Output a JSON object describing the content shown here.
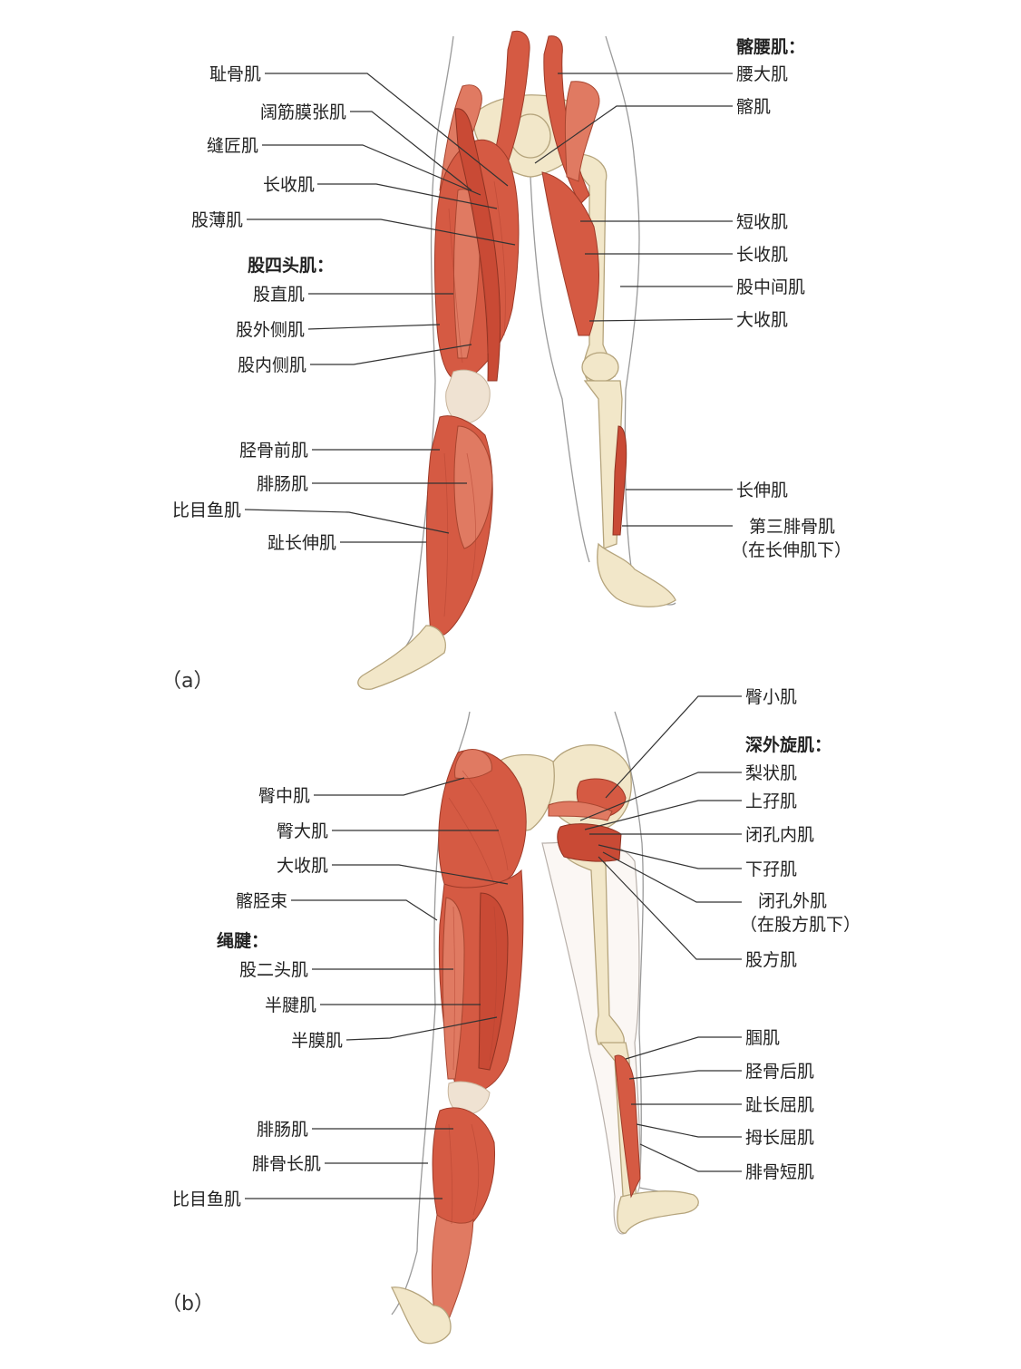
{
  "panels": {
    "a": "（a）",
    "b": "（b）"
  },
  "colors": {
    "muscle": "#d55a43",
    "bone": "#f2e7c9",
    "skin": "#fbf7f4",
    "text": "#222222"
  },
  "front": {
    "left": {
      "pubic": "耻骨肌",
      "tfl": "阔筋膜张肌",
      "sartorius": "缝匠肌",
      "adductor_longus": "长收肌",
      "gracilis": "股薄肌",
      "quad_heading": "股四头肌：",
      "rectus_femoris": "股直肌",
      "vastus_lateralis": "股外侧肌",
      "vastus_medialis": "股内侧肌",
      "tibialis_anterior": "胫骨前肌",
      "gastrocnemius": "腓肠肌",
      "soleus": "比目鱼肌",
      "ext_digitorum_longus": "趾长伸肌"
    },
    "right": {
      "iliopsoas_heading": "髂腰肌：",
      "psoas_major": "腰大肌",
      "iliacus": "髂肌",
      "adductor_brevis": "短收肌",
      "adductor_longus": "长收肌",
      "vastus_intermedius": "股中间肌",
      "adductor_magnus": "大收肌",
      "ext_longus": "长伸肌",
      "peroneus_tertius_1": "第三腓骨肌",
      "peroneus_tertius_2": "（在长伸肌下）"
    }
  },
  "back": {
    "left": {
      "glute_med": "臀中肌",
      "glute_max": "臀大肌",
      "adductor_magnus": "大收肌",
      "it_band": "髂胫束",
      "hamstring_heading": "绳腱：",
      "biceps_femoris": "股二头肌",
      "semitendinosus": "半腱肌",
      "semimembranosus": "半膜肌",
      "gastrocnemius": "腓肠肌",
      "peroneus_longus": "腓骨长肌",
      "soleus": "比目鱼肌"
    },
    "right": {
      "glute_min": "臀小肌",
      "deep_rot_heading": "深外旋肌：",
      "piriformis": "梨状肌",
      "gemellus_sup": "上孖肌",
      "obturator_int": "闭孔内肌",
      "gemellus_inf": "下孖肌",
      "obturator_ext_1": "闭孔外肌",
      "obturator_ext_2": "（在股方肌下）",
      "quadratus_femoris": "股方肌",
      "popliteus": "腘肌",
      "tibialis_posterior": "胫骨后肌",
      "flexor_digitorum_longus": "趾长屈肌",
      "flexor_hallucis_longus": "拇长屈肌",
      "peroneus_brevis": "腓骨短肌"
    }
  }
}
